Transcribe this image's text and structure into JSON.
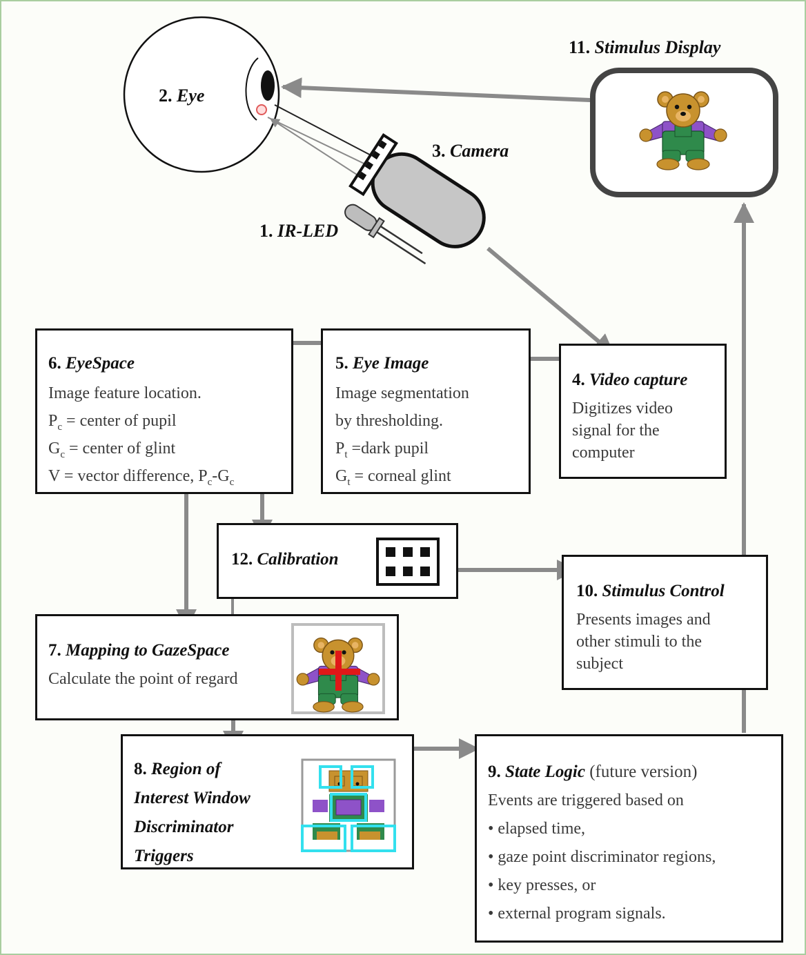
{
  "labels": {
    "eye": {
      "num": "2.",
      "name": "Eye"
    },
    "camera": {
      "num": "3.",
      "name": "Camera"
    },
    "irled": {
      "num": "1.",
      "name": "IR-LED"
    },
    "stimulus_display": {
      "num": "11.",
      "name": "Stimulus Display"
    }
  },
  "boxes": {
    "eyespace": {
      "num": "6.",
      "name": "EyeSpace",
      "lines": [
        "Image feature location."
      ],
      "pc": {
        "sym": "P",
        "sub": "c",
        "rest": " = center of pupil"
      },
      "gc": {
        "sym": "G",
        "sub": "c",
        "rest": " = center of glint"
      },
      "v": {
        "pre": "V  = vector difference, P",
        "sub1": "c",
        "mid": "-G",
        "sub2": "c"
      }
    },
    "eye_image": {
      "num": "5.",
      "name": "Eye Image",
      "lines": [
        "Image segmentation",
        "by thresholding."
      ],
      "pt": {
        "sym": "P",
        "sub": "t",
        "rest": " =dark pupil"
      },
      "gt": {
        "sym": "G",
        "sub": "t",
        "rest": " = corneal glint"
      }
    },
    "video_capture": {
      "num": "4.",
      "name": "Video capture",
      "lines": [
        " Digitizes video",
        "signal for the",
        "computer"
      ]
    },
    "calibration": {
      "num": "12.",
      "name": "Calibration"
    },
    "stimulus_control": {
      "num": "10.",
      "name": "Stimulus Control",
      "lines": [
        "Presents images and",
        "other stimuli to the",
        "subject"
      ]
    },
    "mapping": {
      "num": "7.",
      "name": "Mapping to GazeSpace",
      "lines": [
        "Calculate the point of regard"
      ]
    },
    "roi": {
      "num": "8.",
      "lines": [
        "Region of",
        "Interest Window",
        "Discriminator",
        "Triggers"
      ]
    },
    "state_logic": {
      "num": "9.",
      "name": "State Logic",
      "note": " (future version)",
      "lines": [
        "Events are triggered based on",
        "• elapsed time,",
        "• gaze point discriminator regions,",
        "• key presses, or",
        "• external program signals."
      ]
    }
  },
  "colors": {
    "arrow": "#8a8a8a",
    "border": "#111111",
    "bear_fur": "#c8922e",
    "shirt": "#8e52c8",
    "overalls": "#2f8a4b",
    "gaze_cross": "#e01818",
    "roi_window": "#33e0ee"
  }
}
